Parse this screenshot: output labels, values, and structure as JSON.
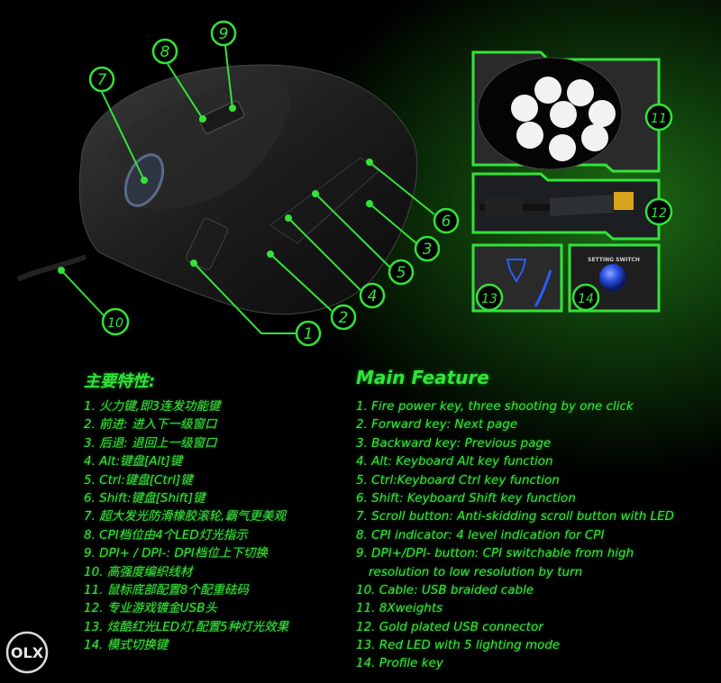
{
  "callouts": [
    "1",
    "2",
    "3",
    "4",
    "5",
    "6",
    "7",
    "8",
    "9",
    "10",
    "11",
    "12",
    "13",
    "14"
  ],
  "panels": {
    "switch_label": "SETTING SWITCH"
  },
  "zh": {
    "title": "主要特性:",
    "items": [
      "1. 火力键,即3连发功能键",
      "2. 前进: 进入下一级窗口",
      "3. 后退: 退回上一级窗口",
      "4. Alt:键盘[Alt]键",
      "5. Ctrl:键盘[Ctrl]键",
      "6. Shift:键盘[Shift]键",
      "7. 超大发光防滑橡胶滚轮,霸气更美观",
      "8. CPI档位由4个LED灯光指示",
      "9. DPI+ / DPI-: DPI档位上下切换",
      "10. 高强度编织线材",
      "11. 鼠标底部配置8个配重砝码",
      "12. 专业游戏镀金USB头",
      "13. 炫酷红光LED灯,配置5种灯光效果",
      "14. 模式切换键"
    ]
  },
  "en": {
    "title": "Main Feature",
    "items": [
      "1. Fire power key, three shooting by one click",
      "2. Forward key: Next page",
      "3. Backward key: Previous page",
      "4. Alt: Keyboard Alt key function",
      "5. Ctrl:Keyboard Ctrl key function",
      "6. Shift: Keyboard Shift key function",
      "7. Scroll button: Anti-skidding scroll button with LED",
      "8. CPI indicator: 4 level indication for CPI",
      "9. DPI+/DPI- button: CPI switchable from high",
      "resolution to low  resolution by turn",
      "10. Cable: USB braided cable",
      "11. 8Xweights",
      "12. Gold plated USB connector",
      "13. Red LED with 5 lighting mode",
      "14. Profile key"
    ]
  },
  "watermark": "OLX",
  "colors": {
    "accent": "#33e23a",
    "led": "#2a5cff",
    "gold": "#d8a21a"
  }
}
